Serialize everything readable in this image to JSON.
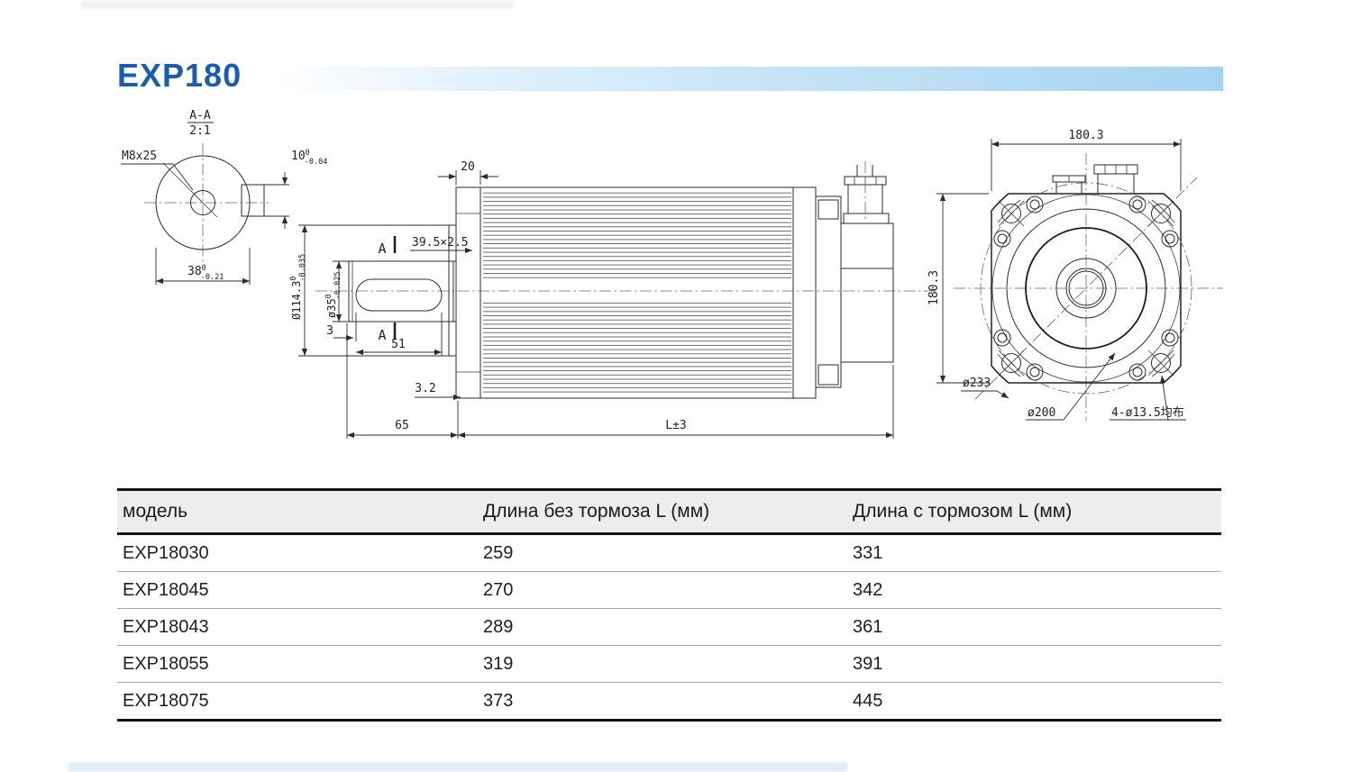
{
  "page": {
    "title": "EXP180"
  },
  "drawing": {
    "section_view": {
      "title": "A-A",
      "scale": "2:1",
      "thread": "M8x25",
      "key_width": {
        "v": "10",
        "up": "0",
        "low": "-0.04"
      },
      "shaft_dia": {
        "v": "38",
        "up": "0",
        "low": "-0.21"
      }
    },
    "side_view": {
      "flange_thickness": "20",
      "groove": "39.5×2.5",
      "section_mark": "A",
      "pilot_dia": {
        "v": "Ø114.3",
        "up": "0",
        "low": "-0.035"
      },
      "shaft_dia": {
        "v": "ø35",
        "up": "0",
        "low": "-0.025"
      },
      "key_offset": "3",
      "key_length": "51",
      "step": "3.2",
      "shaft_length": "65",
      "body_length": "L±3"
    },
    "front_view": {
      "width": "180.3",
      "height": "180.3",
      "outer_dia": "ø233",
      "bolt_circle": "ø200",
      "holes": "4-ø13.5均布"
    }
  },
  "table": {
    "columns": [
      "модель",
      "Длина без тормоза L (мм)",
      "Длина с тормозом L (мм)"
    ],
    "rows": [
      [
        "EXP18030",
        "259",
        "331"
      ],
      [
        "EXP18045",
        "270",
        "342"
      ],
      [
        "EXP18043",
        "289",
        "361"
      ],
      [
        "EXP18055",
        "319",
        "391"
      ],
      [
        "EXP18075",
        "373",
        "445"
      ]
    ]
  }
}
